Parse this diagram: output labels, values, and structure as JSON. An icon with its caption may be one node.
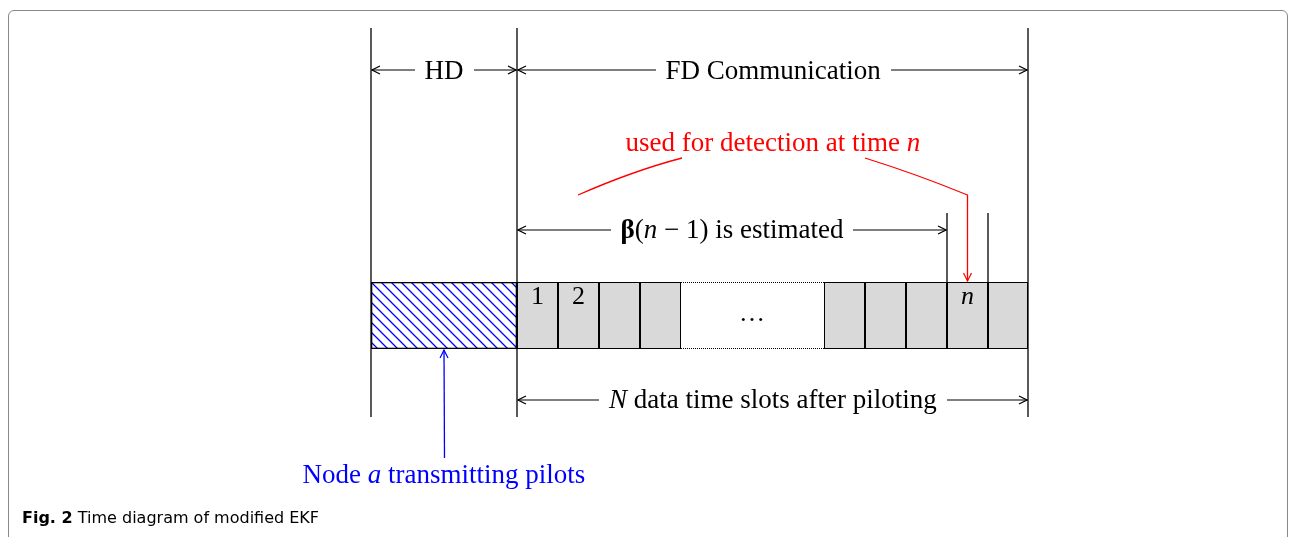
{
  "diagram": {
    "caption": "**Fig. 2** Time diagram of modified EKF",
    "nodes": [
      {
        "text": [],
        "shape": "bar"
      },
      {
        "text": [
          "1"
        ]
      },
      {
        "text": [
          "2"
        ]
      },
      {
        "text": [],
        "shape": "box"
      },
      {
        "text": [],
        "shape": "box"
      },
      {
        "text": [
          "…"
        ]
      },
      {
        "text": [],
        "shape": "box"
      },
      {
        "text": [],
        "shape": "box"
      },
      {
        "text": [],
        "shape": "box"
      },
      {
        "text": [
          "*n*"
        ]
      },
      {
        "text": [],
        "shape": "box"
      },
      {
        "text": [
          "used for detection at time *n*"
        ]
      },
      {
        "text": [
          "Node *a* transmitting pilots"
        ]
      }
    ],
    "edges": [
      {
        "from": 11,
        "to": 9,
        "arrow": "to",
        "color": "#ff0000"
      },
      {
        "from": 11,
        "to": null,
        "arrow": "none",
        "color": "#ff0000"
      },
      {
        "from": 12,
        "to": 0,
        "arrow": "to",
        "color": "#0000ff"
      }
    ],
    "labels": [
      "HD",
      "FD Communication",
      "**β**(*n* − 1) is estimated",
      "*N* data time slots after piloting"
    ]
  }
}
